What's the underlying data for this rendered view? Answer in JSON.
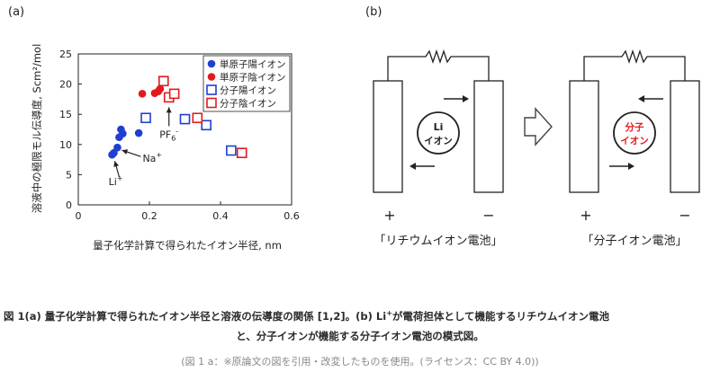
{
  "panel_a_label": "(a)",
  "panel_b_label": "(b)",
  "chart_data": {
    "type": "scatter",
    "xlabel": "量子化学計算で得られたイオン半径, nm",
    "ylabel": "溶液中の極限モル伝導度, Scm²/mol",
    "xlim": [
      0,
      0.6
    ],
    "ylim": [
      0,
      25
    ],
    "xticks": [
      "0",
      "0.2",
      "0.4",
      "0.6"
    ],
    "yticks": [
      "0",
      "5",
      "10",
      "15",
      "20",
      "25"
    ],
    "grid": false,
    "legend_position": "top-right",
    "series": [
      {
        "name": "単原子陽イオン",
        "marker": "filled-circle",
        "color": "#1f3fd1",
        "points": [
          [
            0.095,
            8.3
          ],
          [
            0.1,
            8.6
          ],
          [
            0.11,
            9.5
          ],
          [
            0.115,
            11.2
          ],
          [
            0.12,
            12.5
          ],
          [
            0.125,
            11.8
          ],
          [
            0.17,
            11.9
          ]
        ]
      },
      {
        "name": "単原子陰イオン",
        "marker": "filled-circle",
        "color": "#e31a1c",
        "points": [
          [
            0.18,
            18.4
          ],
          [
            0.215,
            18.5
          ],
          [
            0.225,
            18.8
          ],
          [
            0.23,
            19.2
          ]
        ]
      },
      {
        "name": "分子陽イオン",
        "marker": "open-square",
        "color": "#1f3fd1",
        "points": [
          [
            0.19,
            14.4
          ],
          [
            0.3,
            14.2
          ],
          [
            0.36,
            13.2
          ],
          [
            0.43,
            9.0
          ]
        ]
      },
      {
        "name": "分子陰イオン",
        "marker": "open-square",
        "color": "#e31a1c",
        "points": [
          [
            0.24,
            20.5
          ],
          [
            0.255,
            17.8
          ],
          [
            0.27,
            18.4
          ],
          [
            0.335,
            14.4
          ],
          [
            0.46,
            8.6
          ]
        ]
      }
    ],
    "annotations": [
      {
        "text": "PF",
        "sub": "6",
        "sup": "-",
        "x": 0.255,
        "y": 17.8
      },
      {
        "text": "Na",
        "sup": "+",
        "x": 0.11,
        "y": 9.5
      },
      {
        "text": "Li",
        "sup": "+",
        "x": 0.095,
        "y": 8.3
      }
    ]
  },
  "diagram": {
    "left_circle_line1": "Li",
    "left_circle_line2": "イオン",
    "right_circle_line1": "分子",
    "right_circle_line2": "イオン",
    "plus": "+",
    "minus": "−",
    "left_caption": "「リチウムイオン電池」",
    "right_caption": "「分子イオン電池」",
    "highlight_color": "#e31a1c"
  },
  "caption": {
    "line1_a": "図 1(a) 量子化学計算で得られたイオン半径と溶液の伝導度の関係 [1,2]。(b) Li",
    "line1_sup": "+",
    "line1_b": "が電荷担体として機能するリチウムイオン電池",
    "line2": "と、分子イオンが機能する分子イオン電池の模式図。",
    "note": "(図 1 a：※原論文の図を引用・改変したものを使用。(ライセンス：CC BY 4.0))"
  }
}
